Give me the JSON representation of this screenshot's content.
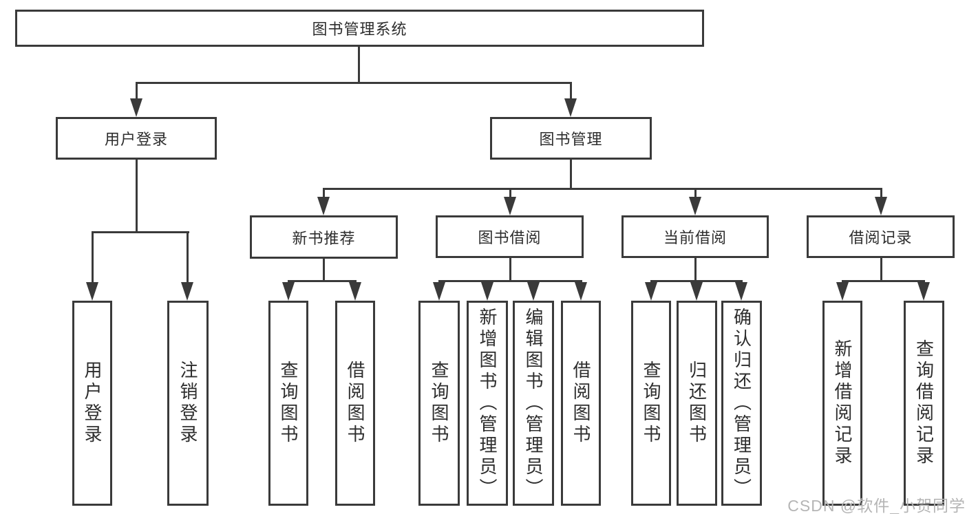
{
  "nodes": {
    "root": "图书管理系统",
    "user_login": {
      "label": "用户登录",
      "children": [
        "用户登录",
        "注销登录"
      ]
    },
    "book_mgmt": {
      "label": "图书管理",
      "sections": {
        "new_books": {
          "label": "新书推荐",
          "children": [
            "查询图书",
            "借阅图书"
          ]
        },
        "borrowing": {
          "label": "图书借阅",
          "children": [
            "查询图书",
            "新增图书（管理员）",
            "编辑图书（管理员）",
            "借阅图书"
          ]
        },
        "current": {
          "label": "当前借阅",
          "children": [
            "查询图书",
            "归还图书",
            "确认归还（管理员）"
          ]
        },
        "records": {
          "label": "借阅记录",
          "children": [
            "新增借阅记录",
            "查询借阅记录"
          ]
        }
      }
    }
  },
  "watermark": "CSDN @软件_小贺同学",
  "colors": {
    "line": "#3a3a3a",
    "text": "#2d2d2d",
    "watermark": "#b5b5b5"
  }
}
